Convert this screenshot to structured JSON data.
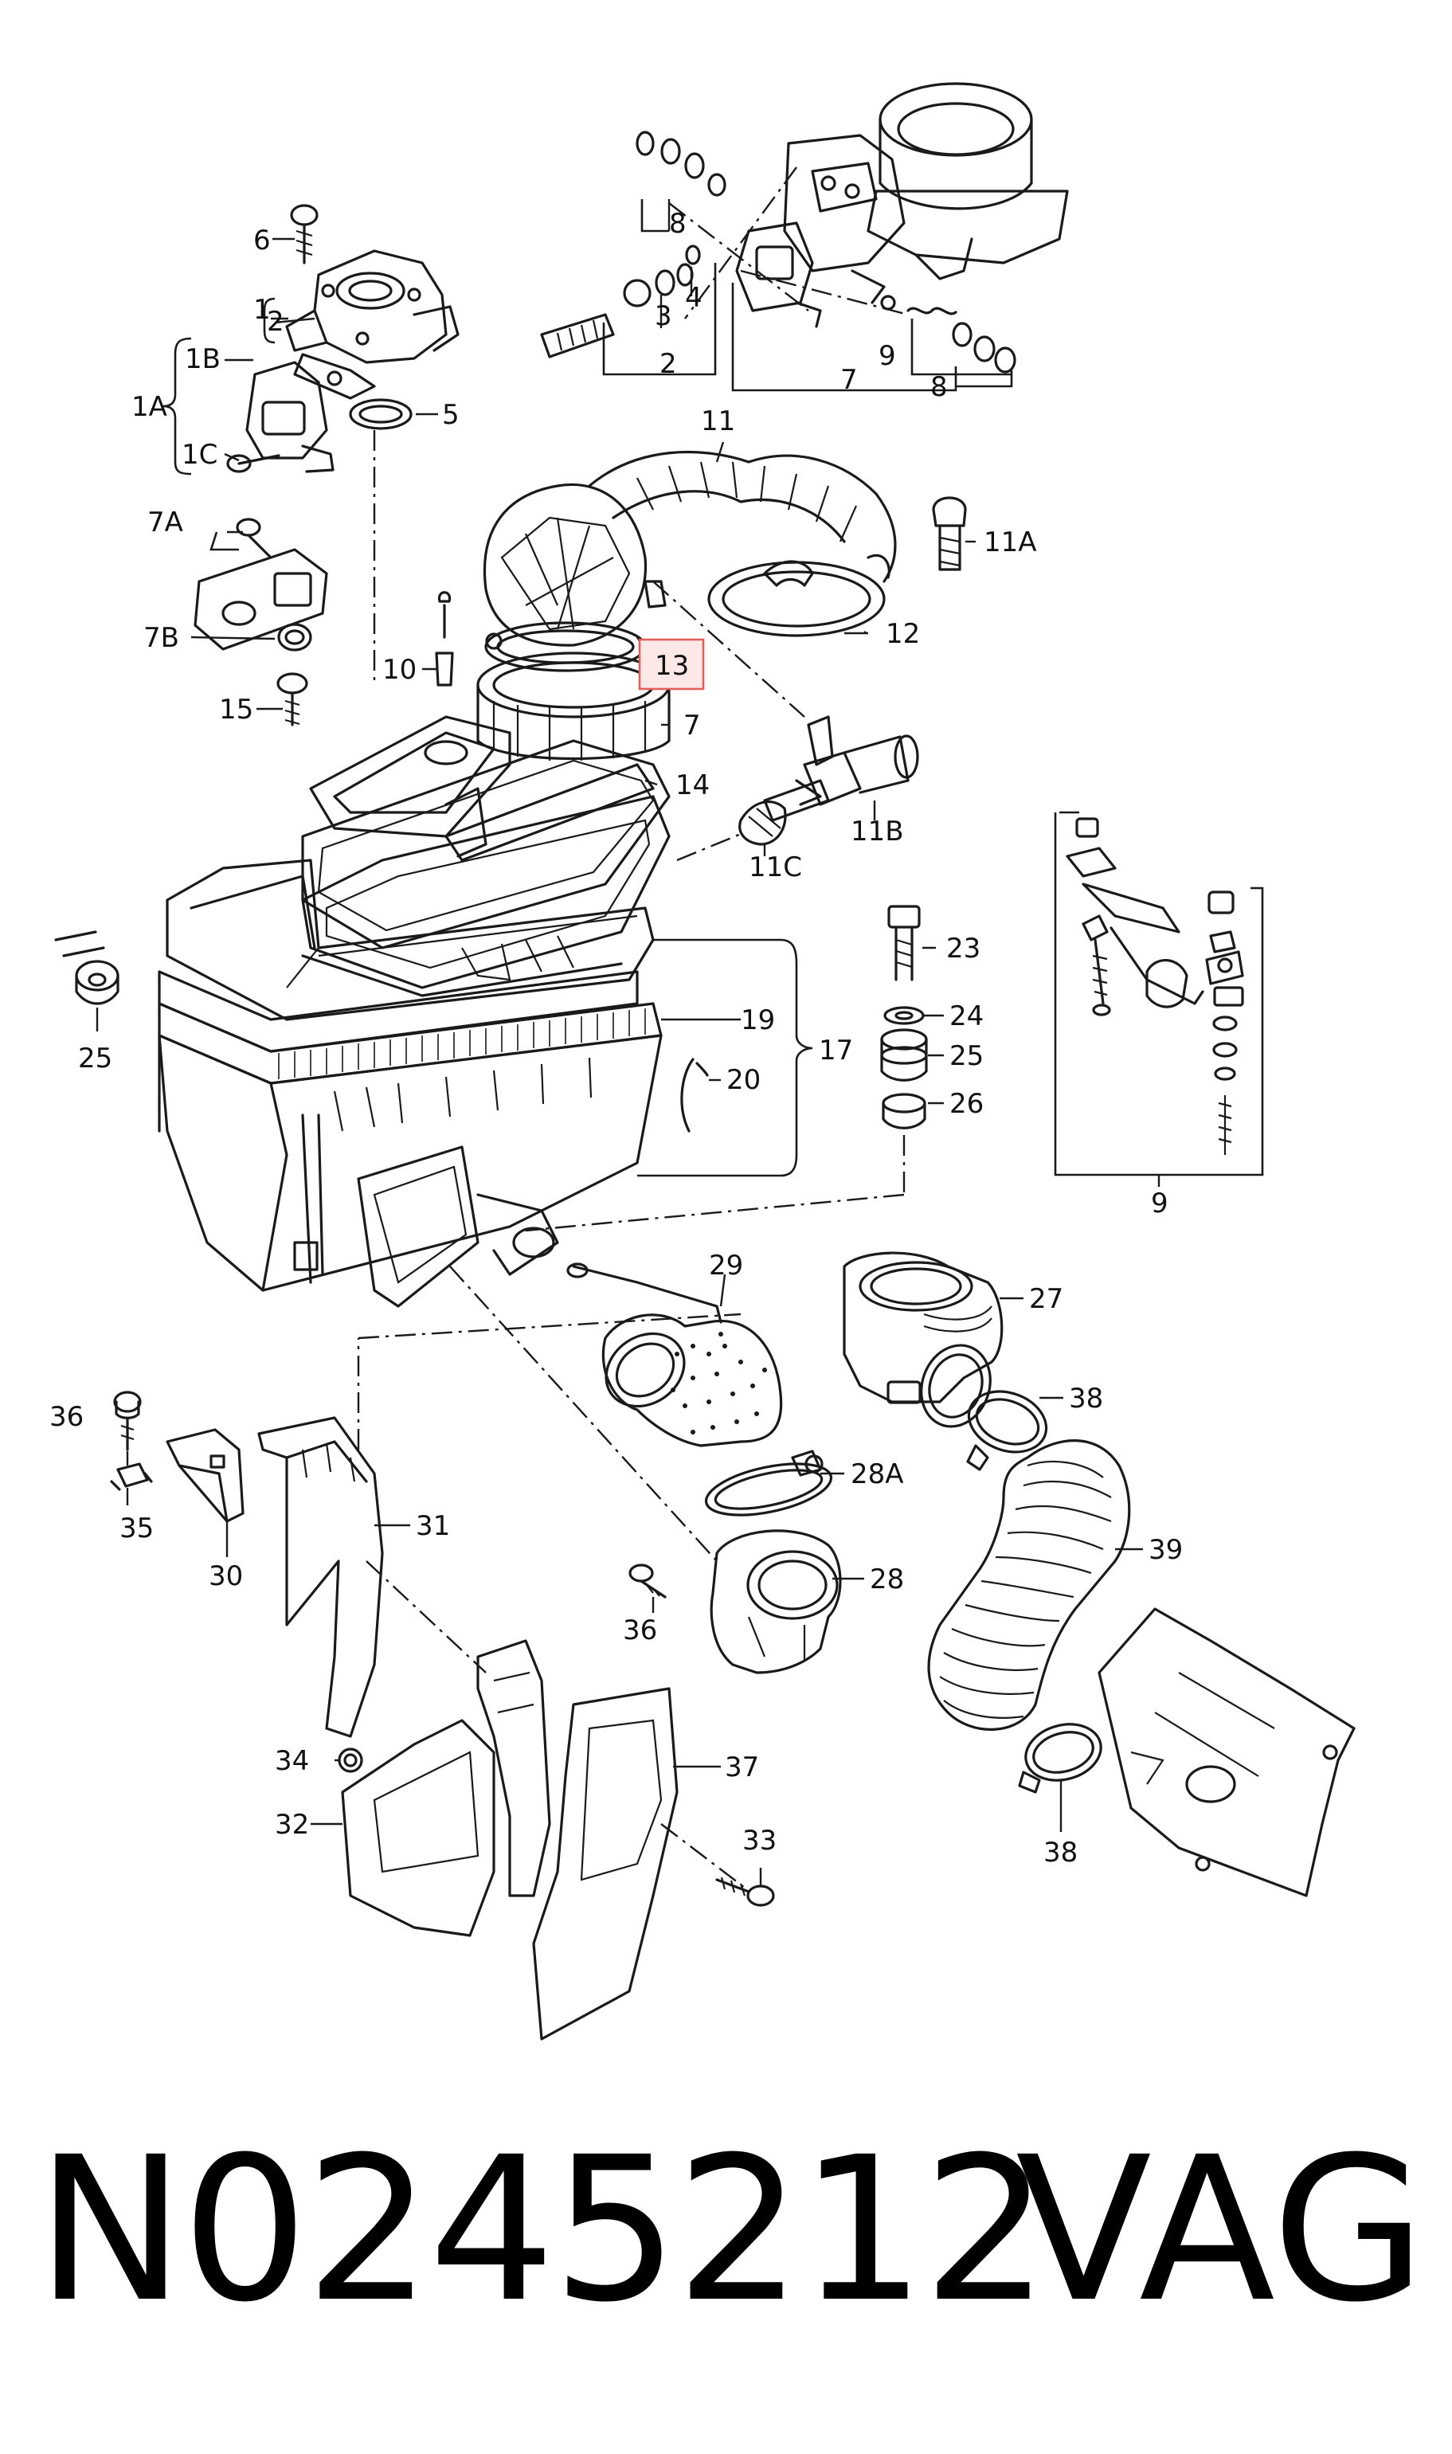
{
  "diagram": {
    "highlighted_callout": "13",
    "highlight_color": "#e35d5d",
    "highlight_fill": "#fde8e8",
    "callouts": {
      "c6": "6",
      "c1": "1",
      "c2a": "2",
      "c1b": "1B",
      "c1a": "1A",
      "c1c": "1C",
      "c5": "5",
      "c8a": "8",
      "c4": "4",
      "c3": "3",
      "c2b": "2",
      "c7a": "7",
      "c9a": "9",
      "c8b": "8",
      "c11": "11",
      "c11a": "11A",
      "c7b": "7A",
      "c7bb": "7B",
      "c12": "12",
      "c10": "10",
      "c13": "13",
      "c7c": "7",
      "c15": "15",
      "c14": "14",
      "c11b": "11B",
      "c11c": "11C",
      "c25a": "25",
      "c23": "23",
      "c24": "24",
      "c25b": "25",
      "c26": "26",
      "c17": "17",
      "c19": "19",
      "c20": "20",
      "c9b": "9",
      "c29": "29",
      "c27": "27",
      "c38a": "38",
      "c36a": "36",
      "c35": "35",
      "c30": "30",
      "c31": "31",
      "c28a": "28A",
      "c39": "39",
      "c28": "28",
      "c36b": "36",
      "c34": "34",
      "c37": "37",
      "c32": "32",
      "c33": "33",
      "c38b": "38"
    }
  },
  "footer": {
    "part_number": "N0245212",
    "brand": "VAG"
  }
}
